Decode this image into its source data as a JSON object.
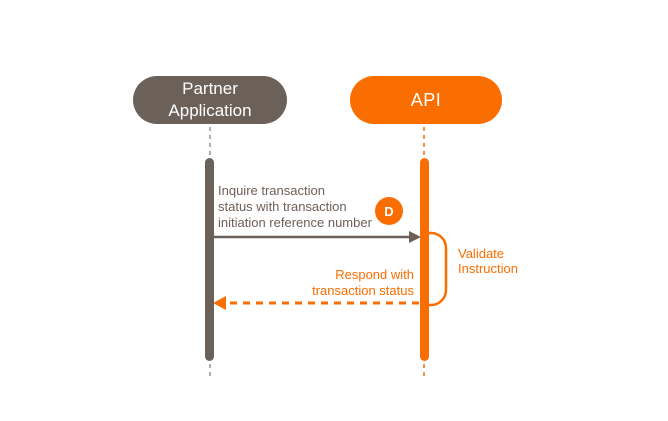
{
  "colors": {
    "partner": "#6C6159",
    "api": "#FA6D00",
    "message_text_gray": "#6B6059",
    "background": "#FFFFFF",
    "pill_text": "#FFFFFF"
  },
  "actors": {
    "partner": {
      "label": "Partner Application",
      "label_lines": [
        "Partner",
        "Application"
      ]
    },
    "api": {
      "label": "API"
    }
  },
  "messages": {
    "inquire": {
      "label": "Inquire transaction status with transaction initiation reference number",
      "lines": [
        "Inquire transaction",
        "status with transaction",
        "initiation reference number"
      ],
      "badge": "D",
      "style": "solid",
      "direction": "partner-to-api"
    },
    "respond": {
      "label": "Respond with transaction status",
      "lines": [
        "Respond with",
        "transaction status"
      ],
      "style": "dashed",
      "direction": "api-to-partner"
    }
  },
  "self_action": {
    "label": "Validate Instruction",
    "lines": [
      "Validate",
      "Instruction"
    ],
    "on": "api"
  }
}
